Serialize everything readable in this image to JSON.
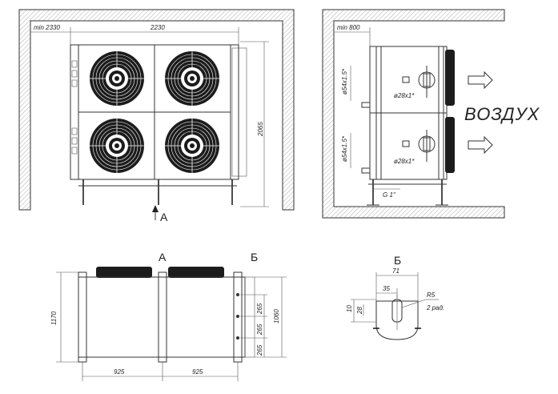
{
  "front_view": {
    "min_clearance": "min 2330",
    "width": "2230",
    "height": "2065",
    "view_marker": "A"
  },
  "side_view": {
    "min_clearance": "min 800",
    "pipe_top": "ø54x1.5*",
    "pipe_bottom": "ø54x1.5*",
    "fitting_top": "ø28x1*",
    "fitting_bottom": "ø28x1*",
    "drain": "G 1\"",
    "air_label": "ВОЗДУХ"
  },
  "view_a": {
    "title": "А",
    "marker": "Б",
    "height_total": "1170",
    "height_inner": "1060",
    "rows": [
      "265",
      "265",
      "265"
    ],
    "spacing": [
      "925",
      "925"
    ]
  },
  "detail_b": {
    "title": "Б",
    "width": "71",
    "center": "35",
    "slot_height": "28",
    "offset": "10",
    "radius": "R5",
    "holes": "2 рад."
  },
  "colors": {
    "line": "#333333",
    "hatch": "#777777"
  }
}
